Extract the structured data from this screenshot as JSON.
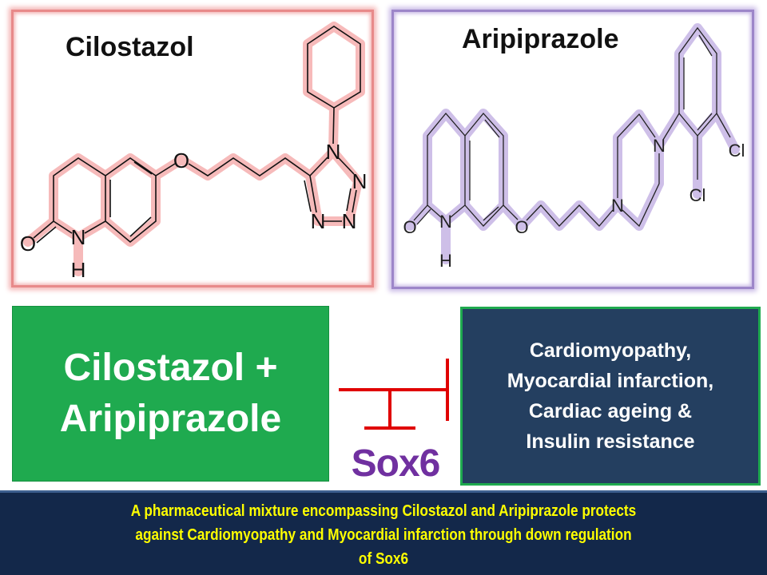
{
  "cilostazol": {
    "title": "Cilostazol",
    "atoms": {
      "O_carbonyl": "O",
      "N_amide": "N",
      "H_amide": "H",
      "O_ether": "O",
      "N1": "N",
      "N2": "N",
      "N3": "N",
      "N4": "N"
    },
    "highlight_color": "#f4a3a3"
  },
  "aripiprazole": {
    "title": "Aripiprazole",
    "atoms": {
      "O_carbonyl": "O",
      "N_amide": "N",
      "H_amide": "H",
      "O_ether": "O",
      "N_pip1": "N",
      "N_pip4": "N",
      "Cl1": "Cl",
      "Cl2": "Cl"
    },
    "highlight_color": "#c2b0e3"
  },
  "combination": {
    "line1": "Cilostazol +",
    "line2": "Aripiprazole"
  },
  "target": {
    "label": "Sox6",
    "color": "#7030a0"
  },
  "inhibition_color": "#e00000",
  "outcomes": [
    "Cardiomyopathy,",
    "Myocardial infarction,",
    "Cardiac ageing &",
    "Insulin resistance"
  ],
  "summary": {
    "lines": [
      "A pharmaceutical mixture encompassing Cilostazol and Aripiprazole protects",
      "against  Cardiomyopathy and Myocardial infarction through down regulation",
      "of Sox6"
    ]
  }
}
